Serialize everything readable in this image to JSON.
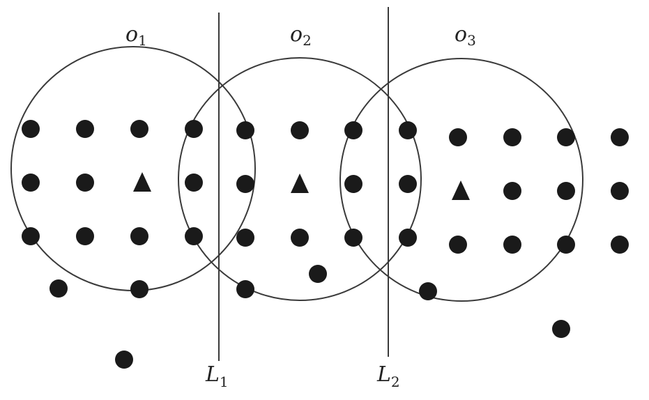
{
  "labels": {
    "circle_1": {
      "name": "o",
      "sub": "1"
    },
    "circle_2": {
      "name": "o",
      "sub": "2"
    },
    "circle_3": {
      "name": "o",
      "sub": "3"
    },
    "line_1": {
      "name": "L",
      "sub": "1"
    },
    "line_2": {
      "name": "L",
      "sub": "2"
    }
  },
  "colors": {
    "ink": "#1a1a1a",
    "stroke": "#3a3a3a",
    "background": "#ffffff"
  }
}
